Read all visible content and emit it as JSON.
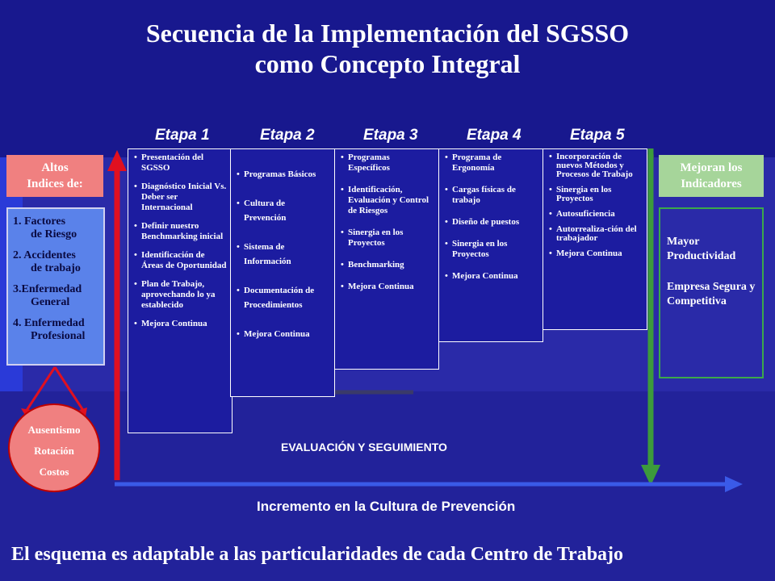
{
  "title": {
    "line1": "Secuencia de la Implementación del SGSSO",
    "line2": "como Concepto Integral"
  },
  "stages": [
    "Etapa 1",
    "Etapa 2",
    "Etapa 3",
    "Etapa 4",
    "Etapa 5"
  ],
  "left": {
    "header": {
      "line1": "Altos",
      "line2": "Indices de:"
    },
    "factors": [
      {
        "a": "1. Factores",
        "b": "de Riesgo"
      },
      {
        "a": "2. Accidentes",
        "b": "de trabajo"
      },
      {
        "a": "3.Enfermedad",
        "b": "General"
      },
      {
        "a": "4. Enfermedad",
        "b": "Profesional"
      }
    ],
    "circle": [
      "Ausentismo",
      "Rotación",
      "Costos"
    ]
  },
  "right": {
    "header": {
      "line1": "Mejoran los",
      "line2": "Indicadores"
    },
    "results": [
      "Mayor Productividad",
      "Empresa Segura y Competitiva"
    ]
  },
  "boxes": {
    "b1": [
      "Presentación del SGSSO",
      "Diagnóstico Inicial Vs. Deber ser Internacional",
      "Definir nuestro Benchmarking inicial",
      "Identificación de Áreas de Oportunidad",
      "Plan de Trabajo, aprovechando lo ya establecido",
      "Mejora Continua"
    ],
    "b2": [
      "Programas Básicos",
      "Cultura de Prevención",
      "Sistema de Información",
      "Documentación de Procedimientos",
      "Mejora Continua"
    ],
    "b3": [
      "Programas Específicos",
      "Identificación, Evaluación y Control de Riesgos",
      "Sinergia en los Proyectos",
      "Benchmarking",
      "Mejora Continua"
    ],
    "b4": [
      "Programa de Ergonomía",
      "Cargas físicas de trabajo",
      "Diseño de puestos",
      "Sinergia en los Proyectos",
      "Mejora Continua"
    ],
    "b5": [
      "Incorporación de nuevos Métodos y Procesos de Trabajo",
      "Sinergia en los Proyectos",
      "Autosuficiencia",
      "Autorrealiza-ción del trabajador",
      "Mejora Continua"
    ]
  },
  "evaluation": "EVALUACIÓN Y SEGUIMIENTO",
  "increment": "Incremento en la Cultura de Prevención",
  "footer": "El esquema es adaptable a las particularidades de cada Centro de Trabajo",
  "colors": {
    "background": "#18188e",
    "red_arrow": "#e01020",
    "green_arrow": "#3c9a3c",
    "blue_arrow": "#3a5ae8"
  }
}
